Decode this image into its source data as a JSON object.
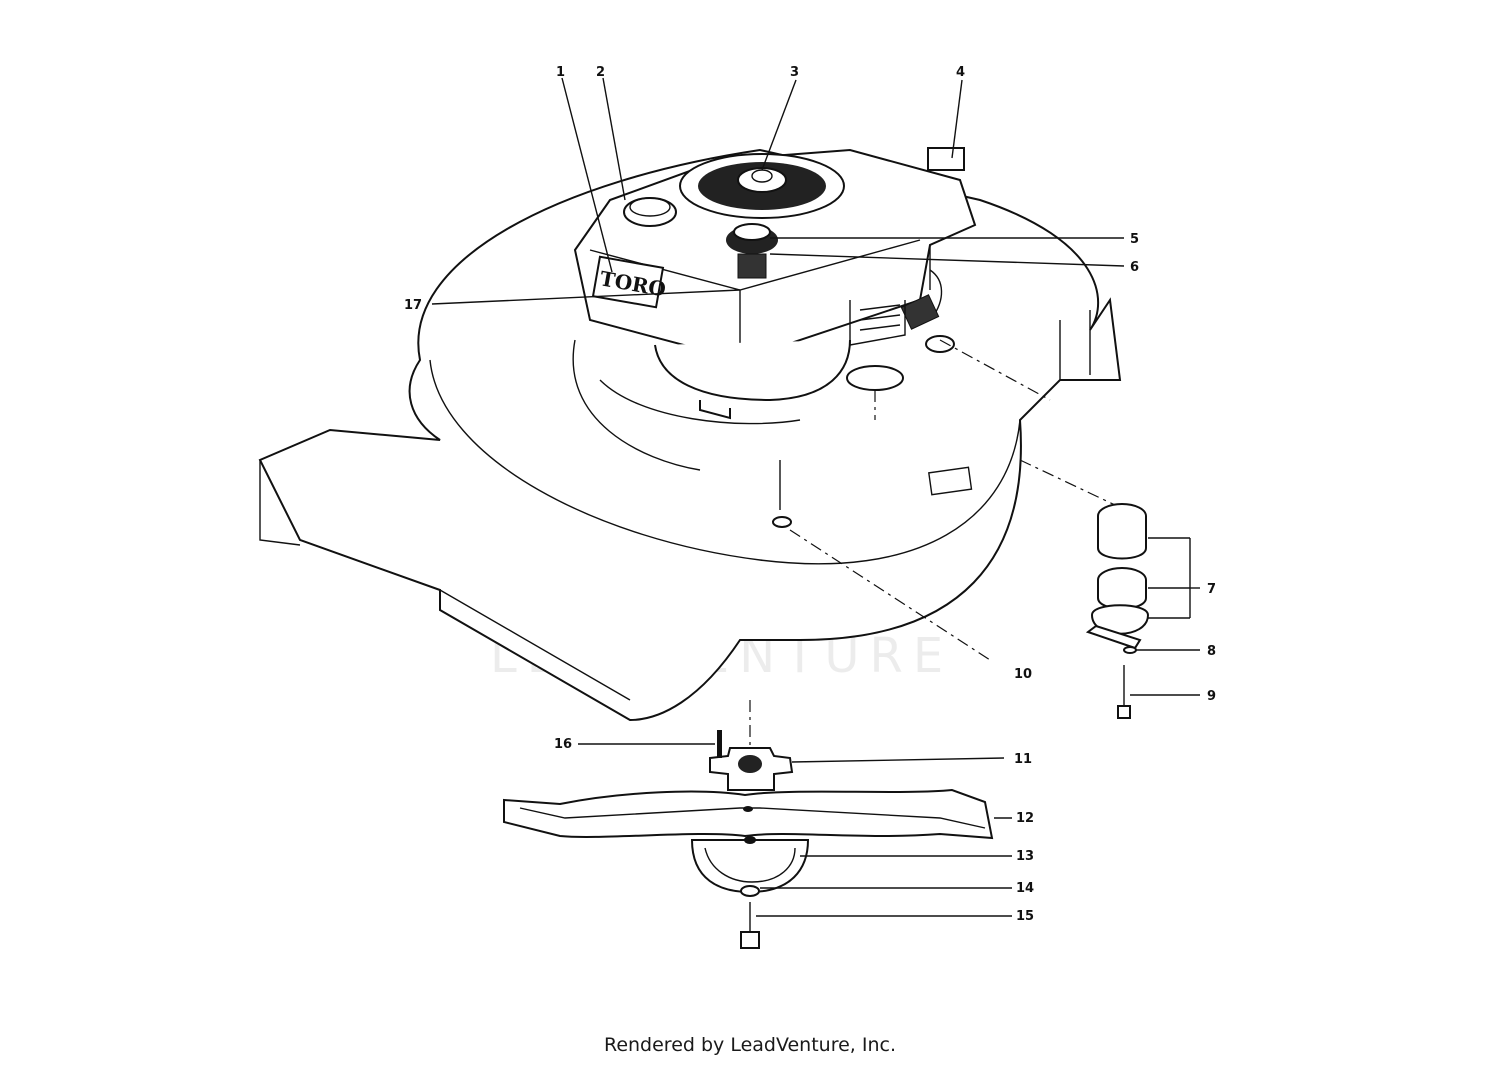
{
  "watermark": "LEADVENTURE",
  "brand_plate": "TORO",
  "footer": "Rendered by LeadVenture, Inc.",
  "callouts": [
    {
      "id": "1",
      "label": "1"
    },
    {
      "id": "2",
      "label": "2"
    },
    {
      "id": "3",
      "label": "3"
    },
    {
      "id": "4",
      "label": "4"
    },
    {
      "id": "5",
      "label": "5"
    },
    {
      "id": "6",
      "label": "6"
    },
    {
      "id": "7",
      "label": "7"
    },
    {
      "id": "8",
      "label": "8"
    },
    {
      "id": "9",
      "label": "9"
    },
    {
      "id": "10",
      "label": "10"
    },
    {
      "id": "11",
      "label": "11"
    },
    {
      "id": "12",
      "label": "12"
    },
    {
      "id": "13",
      "label": "13"
    },
    {
      "id": "14",
      "label": "14"
    },
    {
      "id": "15",
      "label": "15"
    },
    {
      "id": "16",
      "label": "16"
    },
    {
      "id": "17",
      "label": "17"
    }
  ]
}
